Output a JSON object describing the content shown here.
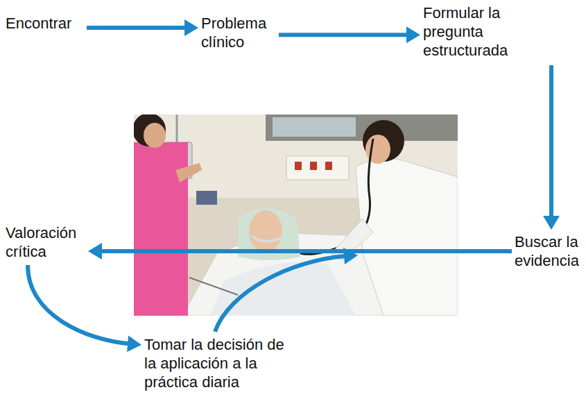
{
  "diagram": {
    "nodes": [
      {
        "text": [
          "Encontrar"
        ]
      },
      {
        "text": [
          "Problema clínico"
        ]
      },
      {
        "text": [
          "Formular la pregunta estructurada"
        ]
      },
      {
        "text": [
          "Buscar la evidencia"
        ]
      },
      {
        "text": [
          "Valoración crítica"
        ]
      },
      {
        "text": [
          "Tomar la decisión de la aplicación a la práctica diaria"
        ]
      }
    ],
    "edges": [
      {
        "from": 0,
        "to": 1,
        "arrow": "to"
      },
      {
        "from": 1,
        "to": 2,
        "arrow": "to"
      },
      {
        "from": 2,
        "to": 3,
        "arrow": "to"
      },
      {
        "from": 3,
        "to": 4,
        "arrow": "to"
      },
      {
        "from": 4,
        "to": 5,
        "arrow": "to"
      }
    ]
  }
}
